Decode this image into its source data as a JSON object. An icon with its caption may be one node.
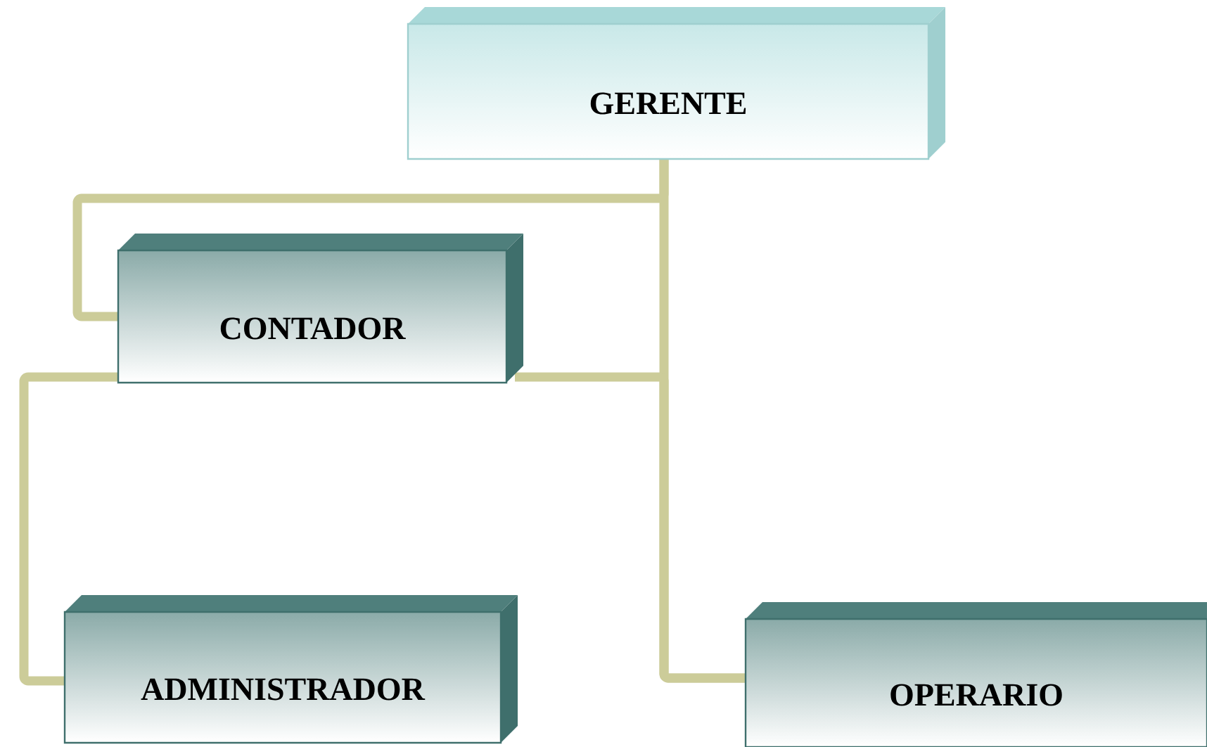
{
  "diagram": {
    "nodes": [
      {
        "text": [
          "GERENTE"
        ]
      },
      {
        "text": [
          "CONTADOR"
        ]
      },
      {
        "text": [
          "ADMINISTRADOR"
        ]
      },
      {
        "text": [
          "OPERARIO"
        ]
      }
    ],
    "edges": [
      {
        "from": 0,
        "to": 1,
        "arrow": "none"
      },
      {
        "from": 0,
        "to": 3,
        "arrow": "none"
      },
      {
        "from": 1,
        "to": 2,
        "arrow": "none"
      },
      {
        "from": 1,
        "to": 3,
        "arrow": "none"
      }
    ]
  }
}
